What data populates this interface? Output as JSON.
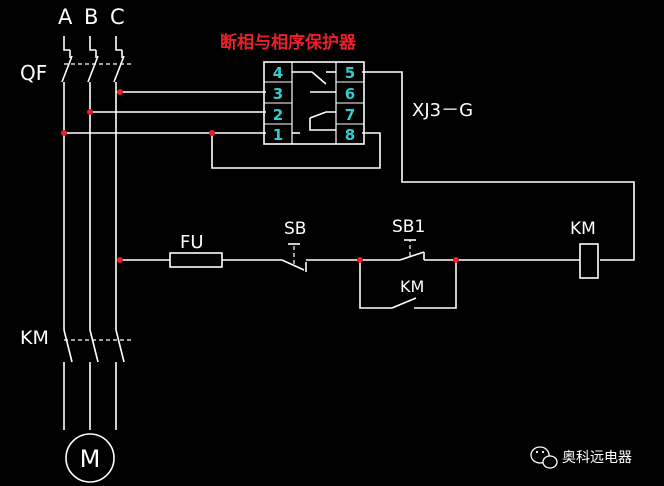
{
  "phases": [
    "A",
    "B",
    "C"
  ],
  "breaker_label": "QF",
  "contactor_label": "KM",
  "motor_label": "M",
  "relay": {
    "title": "断相与相序保护器",
    "model": "XJ3－G",
    "pins_left": [
      "4",
      "3",
      "2",
      "1"
    ],
    "pins_right": [
      "5",
      "6",
      "7",
      "8"
    ]
  },
  "control": {
    "fuse_label": "FU",
    "stop_label": "SB",
    "start_label": "SB1",
    "hold_contact_label": "KM",
    "coil_label": "KM"
  },
  "watermark": "奥科远电器"
}
